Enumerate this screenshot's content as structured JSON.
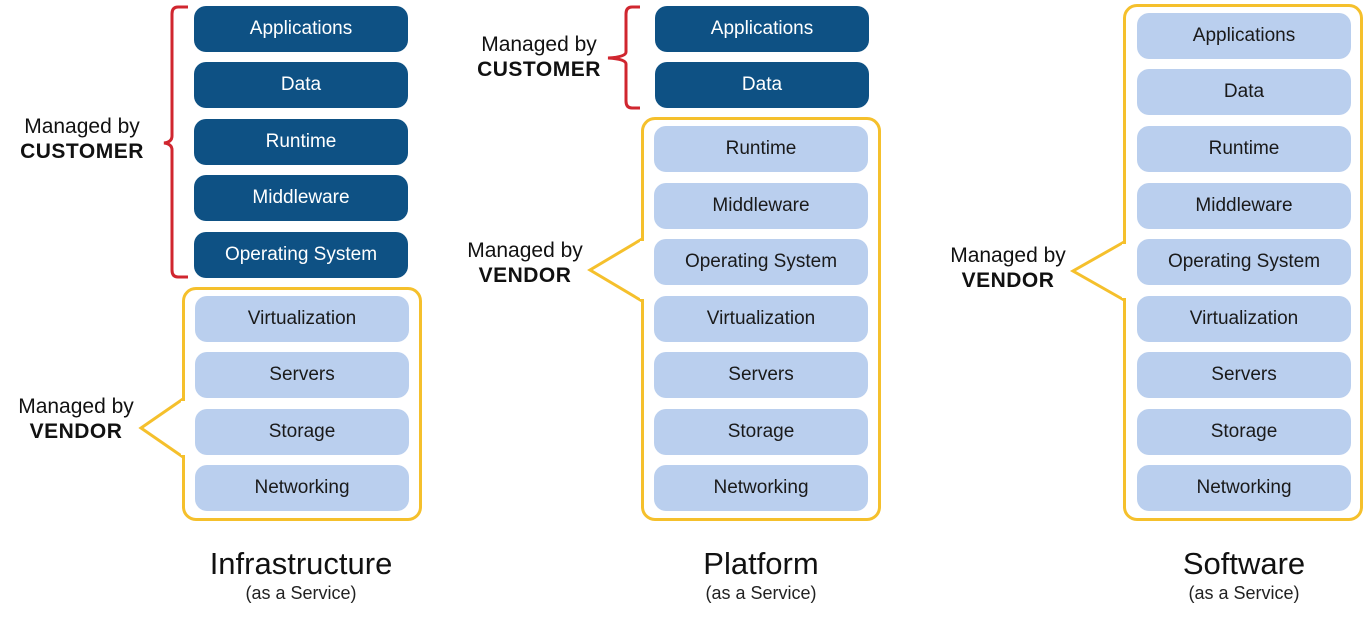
{
  "colors": {
    "customer_fill": "#0e5184",
    "vendor_fill": "#bacfee",
    "vendor_border": "#f5c02c",
    "customer_bracket": "#d0262f"
  },
  "columns": [
    {
      "id": "iaas",
      "title": "Infrastructure",
      "subtitle": "(as a Service)",
      "customer_label": {
        "line1": "Managed by",
        "line2": "CUSTOMER"
      },
      "vendor_label": {
        "line1": "Managed by",
        "line2": "VENDOR"
      },
      "layers": [
        {
          "label": "Applications",
          "managed_by": "customer"
        },
        {
          "label": "Data",
          "managed_by": "customer"
        },
        {
          "label": "Runtime",
          "managed_by": "customer"
        },
        {
          "label": "Middleware",
          "managed_by": "customer"
        },
        {
          "label": "Operating System",
          "managed_by": "customer"
        },
        {
          "label": "Virtualization",
          "managed_by": "vendor"
        },
        {
          "label": "Servers",
          "managed_by": "vendor"
        },
        {
          "label": "Storage",
          "managed_by": "vendor"
        },
        {
          "label": "Networking",
          "managed_by": "vendor"
        }
      ]
    },
    {
      "id": "paas",
      "title": "Platform",
      "subtitle": "(as a Service)",
      "customer_label": {
        "line1": "Managed by",
        "line2": "CUSTOMER"
      },
      "vendor_label": {
        "line1": "Managed by",
        "line2": "VENDOR"
      },
      "layers": [
        {
          "label": "Applications",
          "managed_by": "customer"
        },
        {
          "label": "Data",
          "managed_by": "customer"
        },
        {
          "label": "Runtime",
          "managed_by": "vendor"
        },
        {
          "label": "Middleware",
          "managed_by": "vendor"
        },
        {
          "label": "Operating System",
          "managed_by": "vendor"
        },
        {
          "label": "Virtualization",
          "managed_by": "vendor"
        },
        {
          "label": "Servers",
          "managed_by": "vendor"
        },
        {
          "label": "Storage",
          "managed_by": "vendor"
        },
        {
          "label": "Networking",
          "managed_by": "vendor"
        }
      ]
    },
    {
      "id": "saas",
      "title": "Software",
      "subtitle": "(as a Service)",
      "vendor_label": {
        "line1": "Managed by",
        "line2": "VENDOR"
      },
      "layers": [
        {
          "label": "Applications",
          "managed_by": "vendor"
        },
        {
          "label": "Data",
          "managed_by": "vendor"
        },
        {
          "label": "Runtime",
          "managed_by": "vendor"
        },
        {
          "label": "Middleware",
          "managed_by": "vendor"
        },
        {
          "label": "Operating System",
          "managed_by": "vendor"
        },
        {
          "label": "Virtualization",
          "managed_by": "vendor"
        },
        {
          "label": "Servers",
          "managed_by": "vendor"
        },
        {
          "label": "Storage",
          "managed_by": "vendor"
        },
        {
          "label": "Networking",
          "managed_by": "vendor"
        }
      ]
    }
  ]
}
